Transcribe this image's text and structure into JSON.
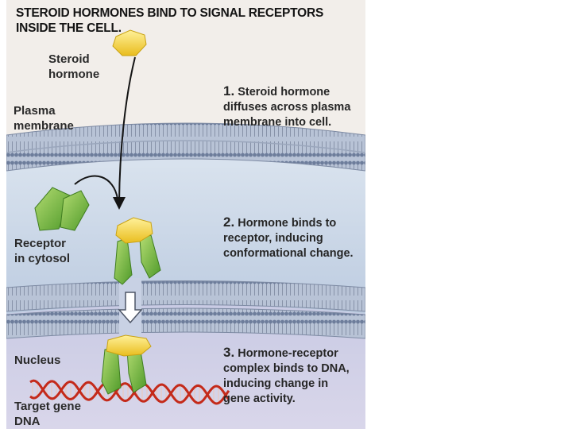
{
  "title": {
    "line1": "STEROID HORMONES BIND TO SIGNAL RECEPTORS",
    "line2": "INSIDE THE CELL."
  },
  "labels": {
    "steroid_hormone": [
      "Steroid",
      "hormone"
    ],
    "plasma_membrane": [
      "Plasma",
      "membrane"
    ],
    "receptor": [
      "Receptor",
      "in cytosol"
    ],
    "nucleus": "Nucleus",
    "target_gene": [
      "Target gene",
      "DNA"
    ]
  },
  "steps": [
    {
      "number": "1.",
      "lines": [
        "Steroid hormone",
        "diffuses across plasma",
        "membrane into cell."
      ]
    },
    {
      "number": "2.",
      "lines": [
        "Hormone binds to",
        "receptor, inducing",
        "conformational change."
      ]
    },
    {
      "number": "3.",
      "lines": [
        "Hormone-receptor",
        "complex binds to DNA,",
        "inducing change in",
        "gene activity."
      ]
    }
  ],
  "colors": {
    "extracellular": "#f2eeea",
    "cytosol": "#c6d3e6",
    "nucleoplasm": "#c1c2de",
    "membrane": "#7d8aa3",
    "hormone": "#f4d23a",
    "receptor": "#79b93f",
    "dna_strand": "#c42a1a",
    "arrow": "#141414"
  }
}
